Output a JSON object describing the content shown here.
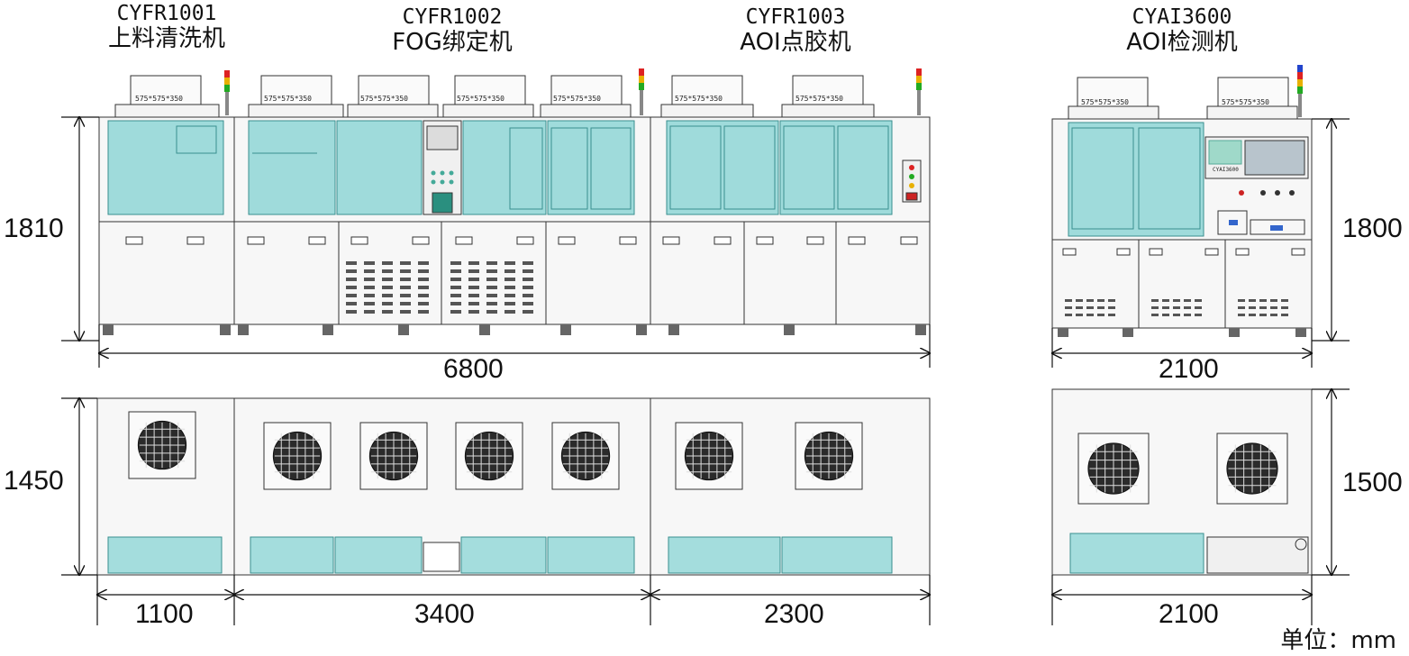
{
  "machines": [
    {
      "code": "CYFR1001",
      "name": "上料清洗机"
    },
    {
      "code": "CYFR1002",
      "name": "FOG绑定机"
    },
    {
      "code": "CYFR1003",
      "name": "AOI点胶机"
    },
    {
      "code": "CYAI3600",
      "name": "AOI检测机"
    }
  ],
  "dimensions": {
    "front_height_line": "1810",
    "front_height_aoi": "1800",
    "front_width_line": "6800",
    "front_width_aoi": "2100",
    "top_depth_line": "1450",
    "top_depth_aoi": "1500",
    "top_width_cyfr1001": "1100",
    "top_width_cyfr1002": "3400",
    "top_width_cyfr1003": "2300",
    "top_width_aoi": "2100"
  },
  "fan_unit_labels": [
    "575*575*350",
    "575*575*350",
    "575*575*350",
    "575*575*350",
    "575*575*350",
    "575*575*350",
    "575*575*350",
    "575*575*350",
    "575*575*350"
  ],
  "unit_label": "单位：mm",
  "panel_text": "CYAI3600",
  "colors": {
    "glass": "#8fd6d6",
    "glass_dark": "#5bb8b8",
    "frame": "#f2f2f2",
    "line": "#333333"
  }
}
